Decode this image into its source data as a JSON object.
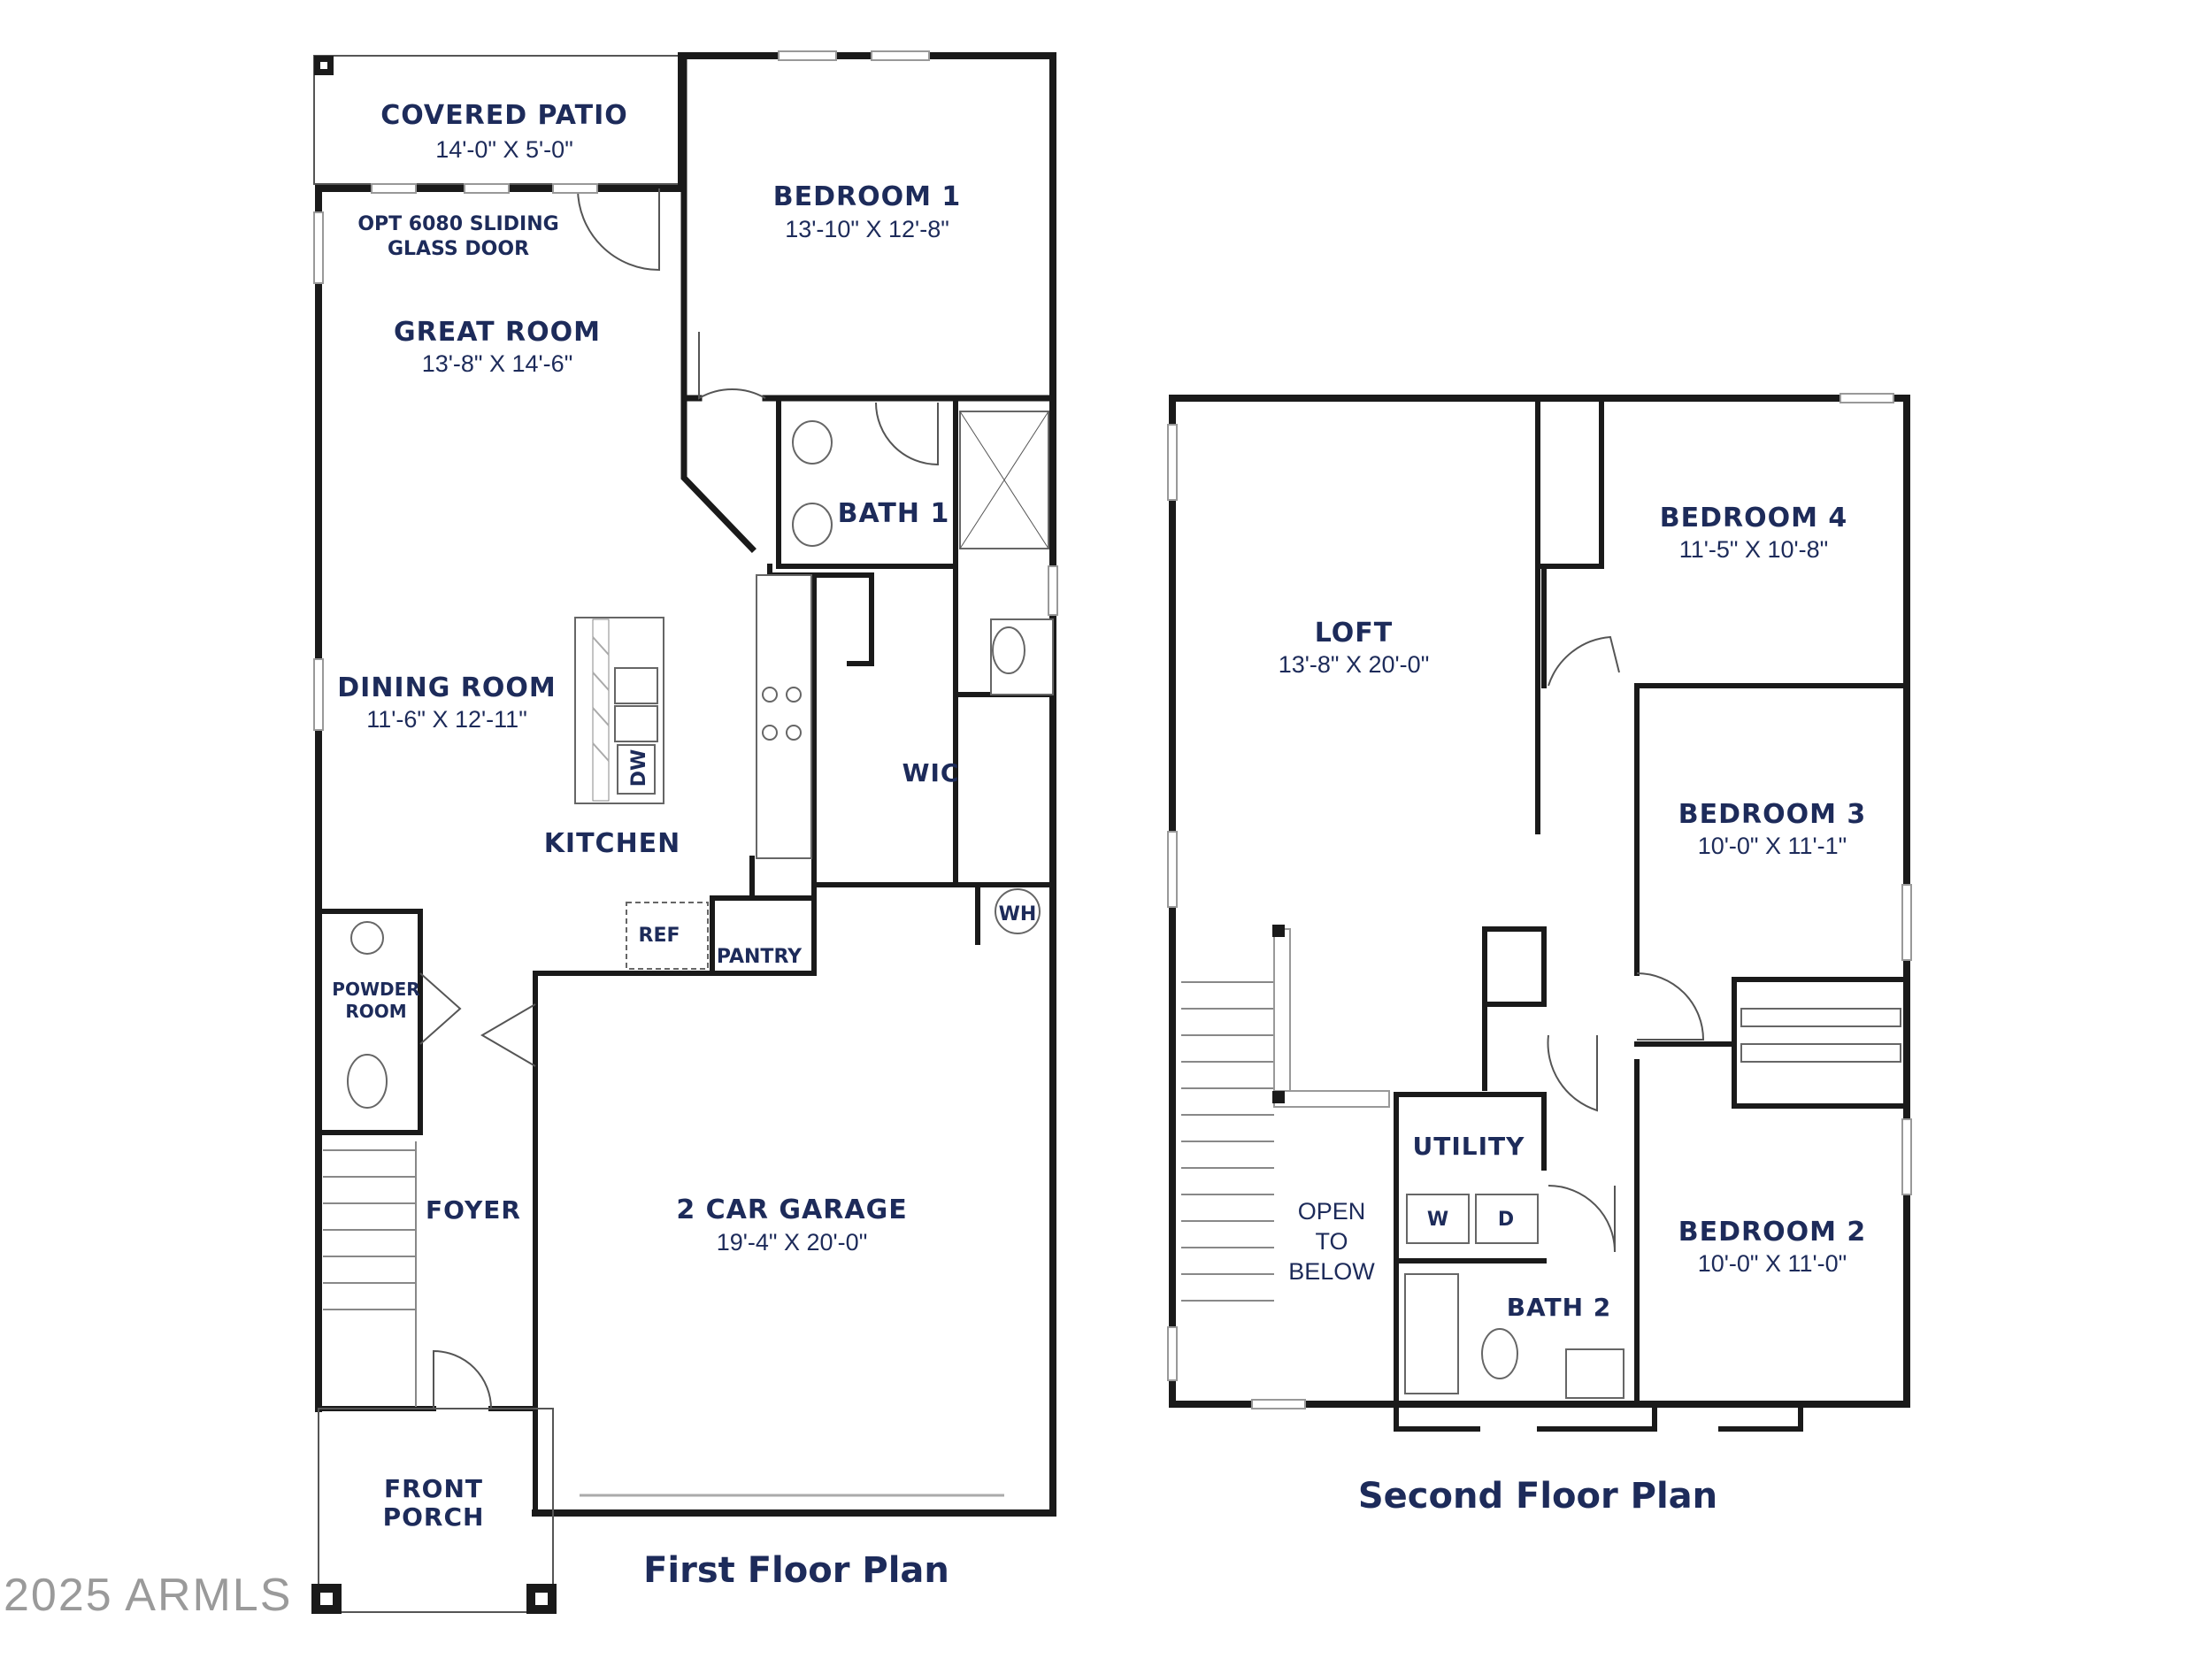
{
  "first_floor": {
    "title": "First Floor Plan",
    "rooms": {
      "covered_patio": {
        "name": "COVERED PATIO",
        "dims": "14'-0\" X 5'-0\""
      },
      "bedroom1": {
        "name": "BEDROOM 1",
        "dims": "13'-10\" X 12'-8\""
      },
      "sliding_door": {
        "line1": "OPT 6080  SLIDING",
        "line2": "GLASS DOOR"
      },
      "great_room": {
        "name": "GREAT ROOM",
        "dims": "13'-8\" X 14'-6\""
      },
      "bath1": {
        "name": "BATH 1"
      },
      "dining_room": {
        "name": "DINING ROOM",
        "dims": "11'-6\" X 12'-11\""
      },
      "wic": {
        "name": "WIC"
      },
      "kitchen": {
        "name": "KITCHEN"
      },
      "dw": "DW",
      "ref": "REF",
      "pantry": "PANTRY",
      "wh": "WH",
      "powder_room": {
        "line1": "POWDER",
        "line2": "ROOM"
      },
      "foyer": {
        "name": "FOYER"
      },
      "garage": {
        "name": "2 CAR GARAGE",
        "dims": "19'-4\" X 20'-0\""
      },
      "front_porch": {
        "line1": "FRONT",
        "line2": "PORCH"
      }
    }
  },
  "second_floor": {
    "title": "Second Floor Plan",
    "rooms": {
      "loft": {
        "name": "LOFT",
        "dims": "13'-8\" X 20'-0\""
      },
      "bedroom4": {
        "name": "BEDROOM 4",
        "dims": "11'-5\" X 10'-8\""
      },
      "bedroom3": {
        "name": "BEDROOM 3",
        "dims": "10'-0\" X 11'-1\""
      },
      "utility": {
        "name": "UTILITY"
      },
      "washer": "W",
      "dryer": "D",
      "open_below": {
        "line1": "OPEN",
        "line2": "TO",
        "line3": "BELOW"
      },
      "bath2": {
        "name": "BATH 2"
      },
      "bedroom2": {
        "name": "BEDROOM 2",
        "dims": "10'-0\" X 11'-0\""
      }
    }
  },
  "copyright": "2025 ARMLS",
  "colors": {
    "label": "#1d2b5a",
    "wall": "#1a1a1a",
    "watermark": "#9a9a9a"
  }
}
